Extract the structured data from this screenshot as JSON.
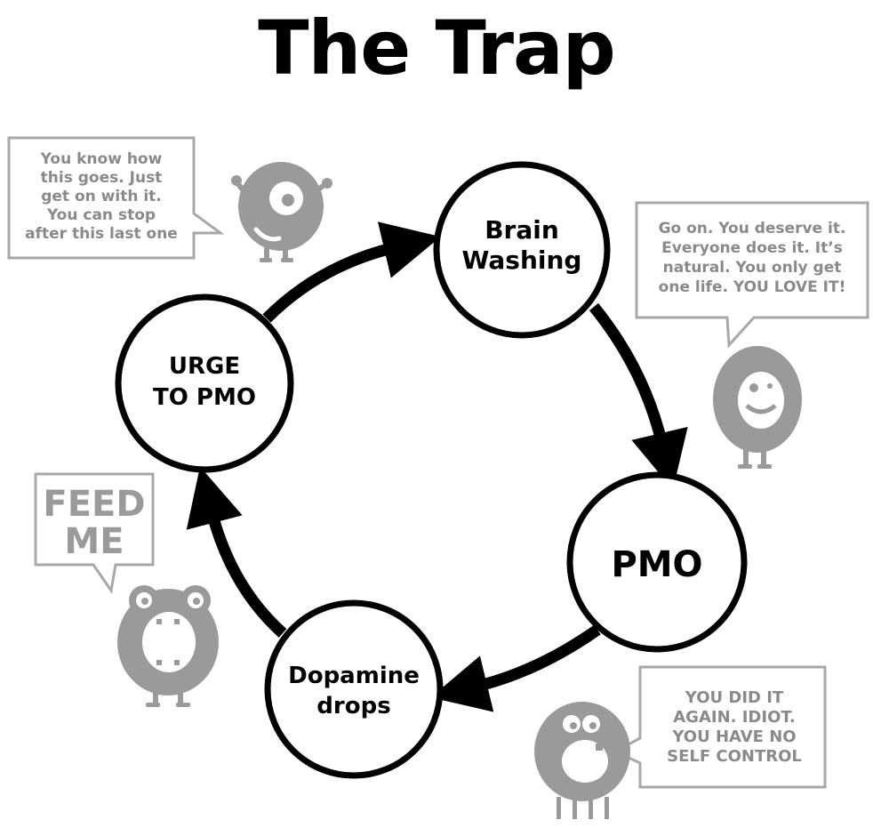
{
  "title": "The Trap",
  "nodes": {
    "brain_washing": [
      "Brain",
      "Washing"
    ],
    "pmo": [
      "PMO"
    ],
    "dopamine_drops": [
      "Dopamine",
      "drops"
    ],
    "urge_to_pmo": [
      "URGE",
      "TO PMO"
    ]
  },
  "bubbles": {
    "top_left": [
      "You know how",
      "this goes. Just",
      "get on with it.",
      "You can stop",
      "after this last one"
    ],
    "top_right": [
      "Go on. You deserve it.",
      "Everyone does it. It’s",
      "natural. You only get",
      "one life. YOU LOVE IT!"
    ],
    "bottom_right": [
      "YOU DID IT",
      "AGAIN. IDIOT.",
      "YOU HAVE NO",
      "SELF CONTROL"
    ],
    "feed_me": [
      "FEED",
      "ME"
    ]
  },
  "colors": {
    "ink": "#000000",
    "monster_gray": "#9a9a9a",
    "bubble_border": "#a8a8a8",
    "bubble_text": "#8a8a8a"
  }
}
